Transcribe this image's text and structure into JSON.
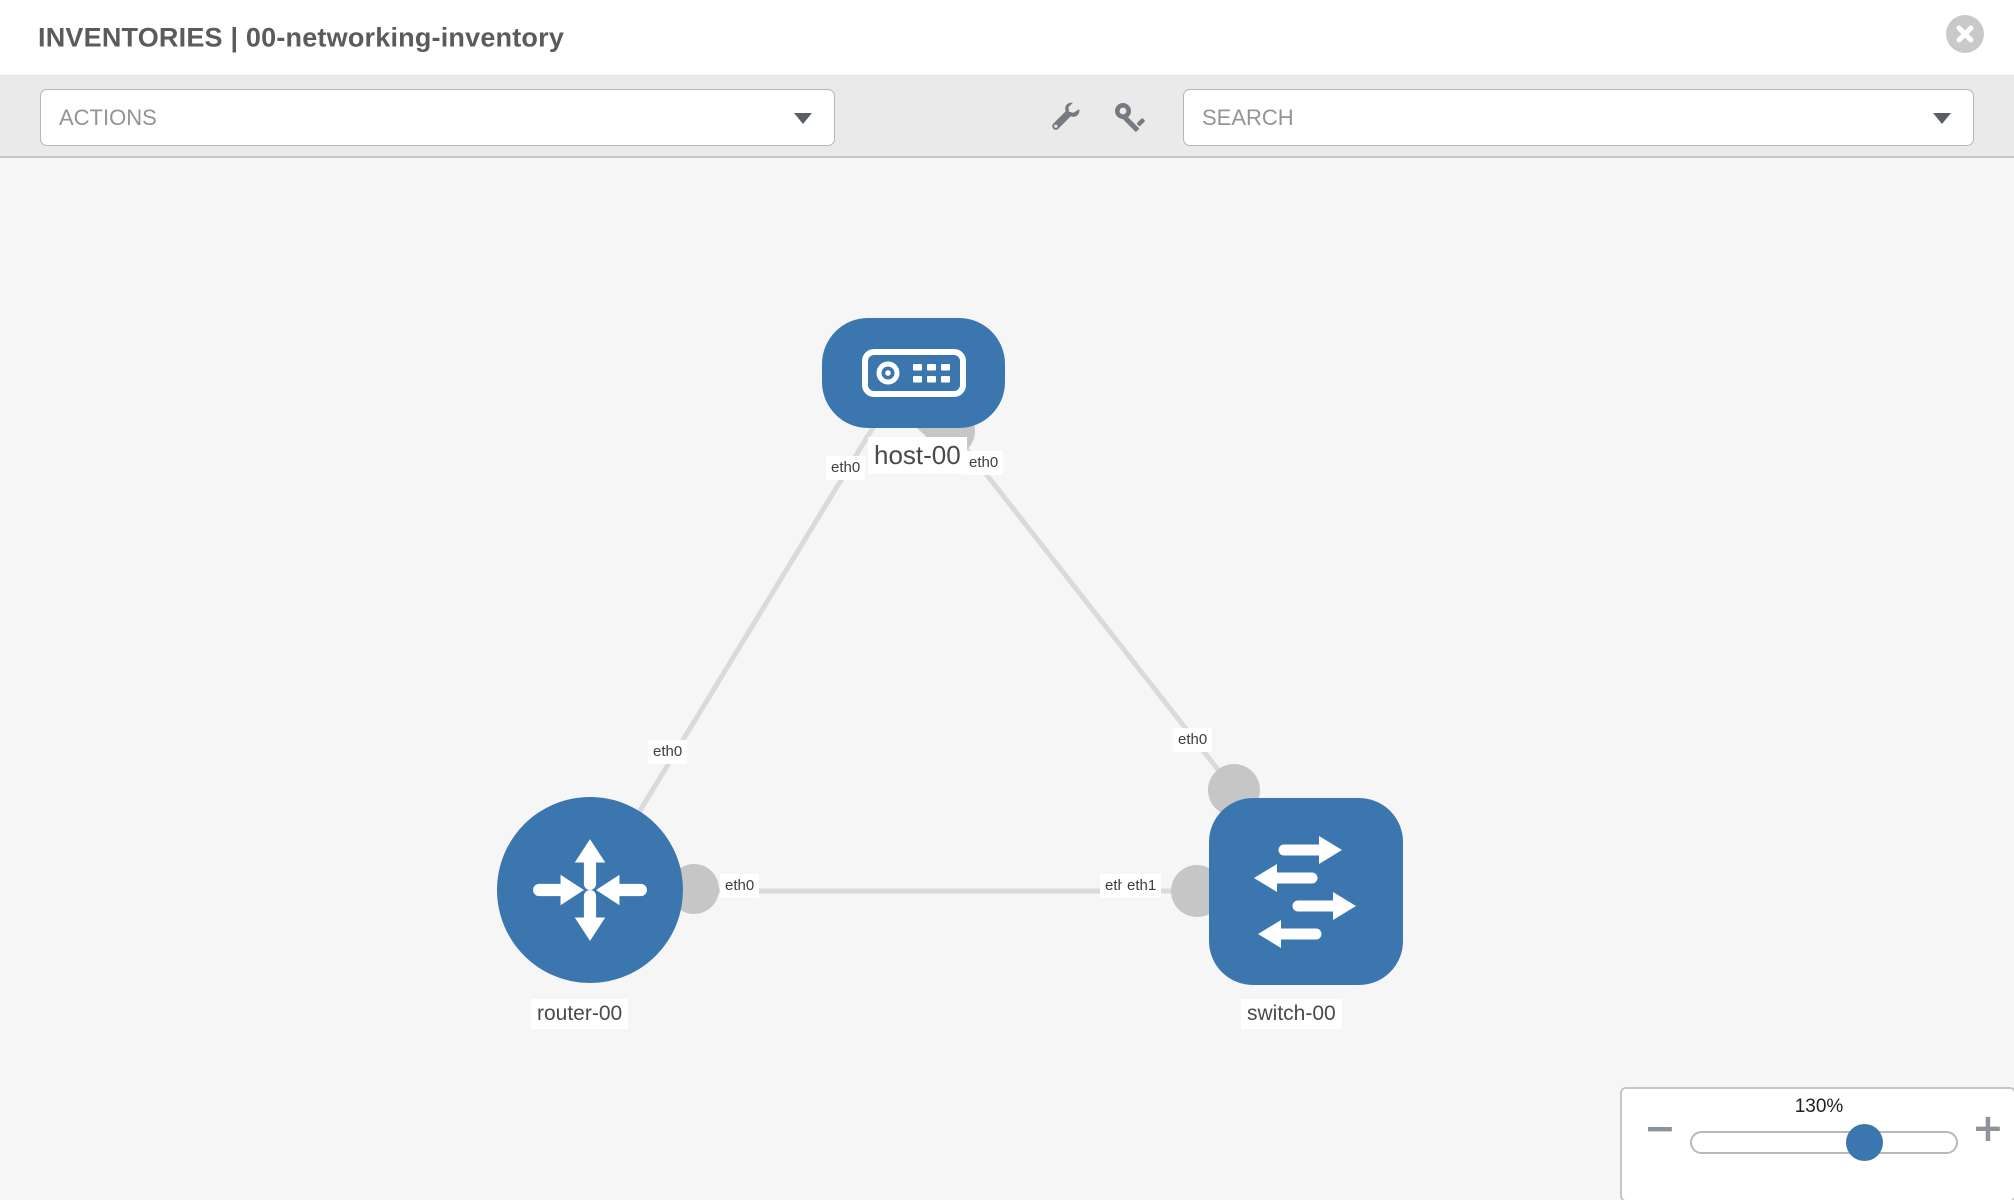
{
  "header": {
    "title": "INVENTORIES | 00-networking-inventory"
  },
  "toolbar": {
    "actions_label": "ACTIONS",
    "search_placeholder": "SEARCH"
  },
  "topology": {
    "nodes": [
      {
        "label": "host-00",
        "type": "host"
      },
      {
        "label": "router-00",
        "type": "router"
      },
      {
        "label": "switch-00",
        "type": "switch"
      }
    ],
    "links": [
      {
        "from": "host-00",
        "to": "router-00"
      },
      {
        "from": "host-00",
        "to": "switch-00"
      },
      {
        "from": "router-00",
        "to": "switch-00"
      }
    ],
    "interfaces": {
      "host_to_router_at_host": "eth0",
      "host_to_router_at_router": "eth0",
      "host_to_switch_at_host": "eth0",
      "host_to_switch_at_switch": "eth0",
      "router_to_switch_at_router": "eth0",
      "router_to_switch_at_switch_back": "eth0",
      "router_to_switch_at_switch": "eth1"
    }
  },
  "zoom_control": {
    "level": "130%",
    "zoom_out_label": "−",
    "zoom_in_label": "+"
  },
  "colors": {
    "node_blue": "#3b76af",
    "link_gray": "#dadada",
    "connector_gray": "#c6c6c6",
    "slider_thumb_blue": "#3b76af"
  }
}
